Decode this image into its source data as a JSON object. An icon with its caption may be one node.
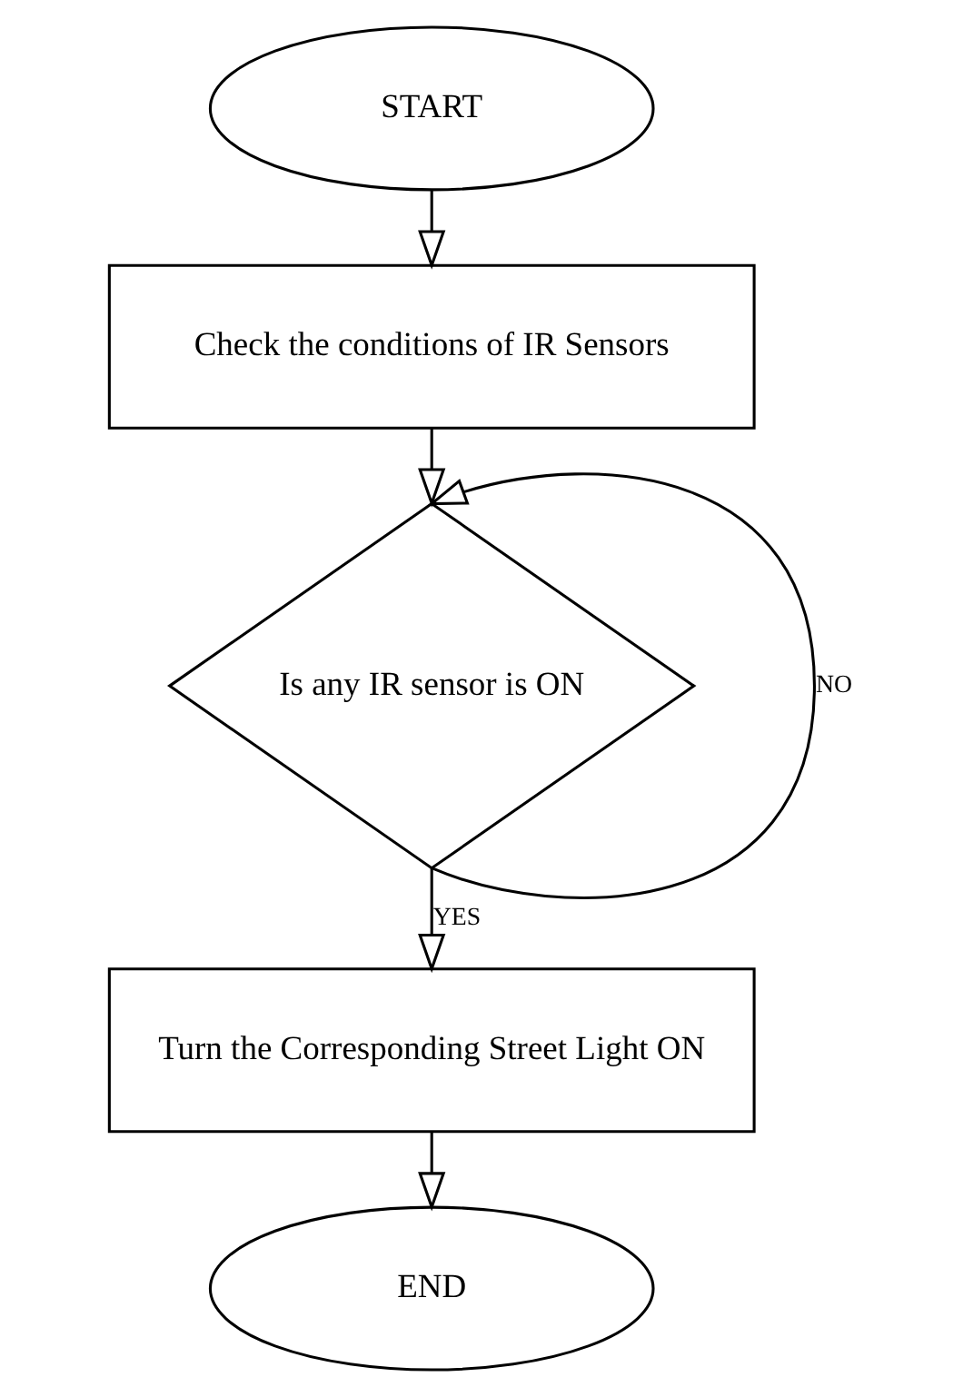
{
  "diagram": {
    "nodes": [
      {
        "text": [
          "START"
        ]
      },
      {
        "text": [
          "Check the conditions of IR Sensors"
        ]
      },
      {
        "text": [
          "Is any IR sensor is ON"
        ]
      },
      {
        "text": [
          "Turn the Corresponding Street Light ON"
        ]
      },
      {
        "text": [
          "END"
        ]
      }
    ],
    "edges": [
      {
        "from": 0,
        "to": 1,
        "arrow": "to"
      },
      {
        "from": 1,
        "to": 2,
        "arrow": "to"
      },
      {
        "from": 2,
        "to": 3,
        "arrow": "to",
        "label": "YES"
      },
      {
        "from": 2,
        "to": 2,
        "arrow": "to",
        "label": "NO"
      },
      {
        "from": 3,
        "to": 4,
        "arrow": "to"
      }
    ]
  }
}
